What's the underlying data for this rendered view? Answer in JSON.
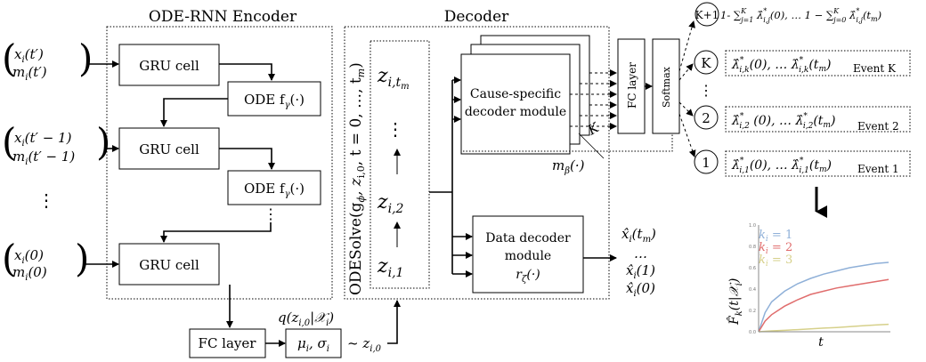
{
  "encoder": {
    "title": "ODE-RNN Encoder",
    "gru_label": "GRU cell",
    "ode_label": "ODE f",
    "ode_sub": "γ",
    "ode_arg": "(·)",
    "inputs": [
      {
        "x": "x",
        "xs": "i",
        "xa": "(t′)",
        "m": "m",
        "ms": "i",
        "ma": "(t′)"
      },
      {
        "x": "x",
        "xs": "i",
        "xa": "(t′ − 1)",
        "m": "m",
        "ms": "i",
        "ma": "(t′ − 1)"
      },
      {
        "x": "x",
        "xs": "i",
        "xa": "(0)",
        "m": "m",
        "ms": "i",
        "ma": "(0)"
      }
    ],
    "vdots": "⋮"
  },
  "latent": {
    "fc_label": "FC layer",
    "mu_sigma": "μ",
    "mu_sub": "i",
    "sigma": ", σ",
    "sigma_sub": "i",
    "posterior": "q(z",
    "posterior_sub": "i,0",
    "posterior_rest": "|𝒳",
    "posterior_sub2": "i",
    "posterior_end": ")",
    "sample": "~ z",
    "sample_sub": "i,0"
  },
  "decoder": {
    "title": "Decoder",
    "odesolve": "ODESolve(g",
    "odesolve_sub": "ϕ",
    "odesolve_rest": ", z",
    "odesolve_sub2": "i,0",
    "odesolve_end": ", t = 0, …, t",
    "odesolve_sub3": "m",
    "odesolve_close": ")",
    "z_tm": "z",
    "z_tm_sub": "i,t",
    "z_tm_sub2": "m",
    "z_2": "z",
    "z_2_sub": "i,2",
    "z_1": "z",
    "z_1_sub": "i,1",
    "vdots": "⋮",
    "cause_module_line1": "Cause-specific",
    "cause_module_line2": "decoder module",
    "k_label": "K",
    "m_beta": "m",
    "m_beta_sub": "β",
    "m_beta_arg": "(·)",
    "fc_label": "FC layer",
    "softmax_label": "Softmax",
    "data_module_line1": "Data decoder",
    "data_module_line2": "module",
    "r_zeta": "r",
    "r_zeta_sub": "ζ",
    "r_zeta_arg": "(·)",
    "x_outputs": [
      {
        "a": "x̂",
        "s": "i",
        "b": "(t",
        "s2": "m",
        "c": ")"
      },
      {
        "a": "…"
      },
      {
        "a": "x̂",
        "s": "i",
        "b": "(1)"
      },
      {
        "a": "x̂",
        "s": "i",
        "b": "(0)"
      }
    ]
  },
  "events": {
    "circles": [
      "K+1",
      "K",
      "2",
      "1"
    ],
    "vdots": "⋮",
    "k1_text": "1- ∑",
    "k1_sup": "K",
    "k1_sub": "j=1",
    "k1_lam": " λ̂",
    "k1_lsub": "i,j",
    "k1_lsup": "*",
    "k1_mid": "(0),  … 1 − ∑",
    "k1_sup2": "K",
    "k1_sub2": "j=0",
    "k1_lam2": " λ̂",
    "k1_lsub2": "i,j",
    "k1_lsup2": "*",
    "k1_end": "(t",
    "k1_endsub": "m",
    "k1_close": ")",
    "rows": [
      {
        "sub": "i,k",
        "mid": "(0), … λ̂",
        "sub2": "i,k",
        "end": "(t",
        "endsub": "m",
        "close": ")",
        "label": "Event K"
      },
      {
        "sub": "i,2",
        "mid": " (0), … λ̂",
        "sub2": "i,2",
        "end": "(t",
        "endsub": "m",
        "close": ")",
        "label": "Event 2"
      },
      {
        "sub": "i,1",
        "mid": "(0), … λ̂",
        "sub2": "i,1",
        "end": "(t",
        "endsub": "m",
        "close": ")",
        "label": "Event 1"
      }
    ],
    "lam": "λ̂",
    "star": "*"
  },
  "chart_data": {
    "type": "line",
    "title": "",
    "xlabel": "t",
    "ylabel": "F̂",
    "ylabel_sub": "k",
    "ylabel_rest": "(t|𝒳",
    "ylabel_sub2": "i",
    "ylabel_end": ")",
    "yticks": [
      "1.0",
      "0.8",
      "0.6",
      "0.4",
      "0.2",
      "0.0"
    ],
    "ylim": [
      0,
      1
    ],
    "xlim": [
      0,
      1
    ],
    "legend_position": "top-left",
    "series": [
      {
        "name": "k",
        "name_sub": "i",
        "name_rest": " = 1",
        "color": "#8fb0d8",
        "x": [
          0,
          0.05,
          0.1,
          0.2,
          0.3,
          0.4,
          0.5,
          0.6,
          0.7,
          0.8,
          0.9,
          1.0
        ],
        "y": [
          0,
          0.18,
          0.28,
          0.38,
          0.45,
          0.5,
          0.54,
          0.57,
          0.6,
          0.62,
          0.64,
          0.65
        ]
      },
      {
        "name": "k",
        "name_sub": "i",
        "name_rest": " = 2",
        "color": "#e06d6d",
        "x": [
          0,
          0.05,
          0.1,
          0.2,
          0.3,
          0.4,
          0.5,
          0.6,
          0.7,
          0.8,
          0.9,
          1.0
        ],
        "y": [
          0,
          0.1,
          0.16,
          0.24,
          0.3,
          0.35,
          0.38,
          0.41,
          0.43,
          0.45,
          0.47,
          0.49
        ]
      },
      {
        "name": "k",
        "name_sub": "i",
        "name_rest": " = 3",
        "color": "#d6d08a",
        "x": [
          0,
          0.1,
          0.2,
          0.3,
          0.4,
          0.5,
          0.6,
          0.7,
          0.8,
          0.9,
          1.0
        ],
        "y": [
          0,
          0.008,
          0.014,
          0.02,
          0.027,
          0.034,
          0.04,
          0.048,
          0.056,
          0.064,
          0.07
        ]
      }
    ]
  }
}
